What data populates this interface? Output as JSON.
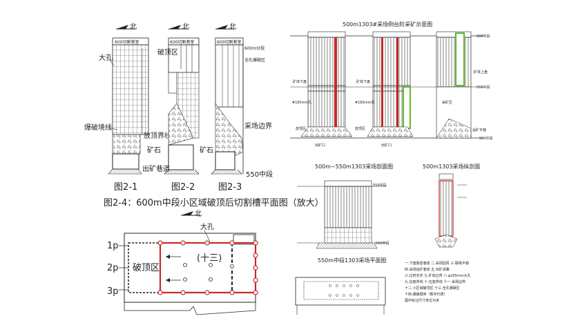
{
  "north_label": "北",
  "left_panels": {
    "fig1_top_label": "600切割巷室",
    "fig2_top_label": "600切割巷室",
    "fig3_top_label": "600切割巷室",
    "fig3_level": "600m分段",
    "fig3_zone": "全孔爆破区",
    "fig1_big_hole": "大孔",
    "fig2_break_zone": "破顶区",
    "fig1_caving_line": "爆破境线",
    "fig1_boundary": "放顶界线",
    "fig2_ore": "矿石",
    "fig3_ore": "矿石",
    "fig3_stope_boundary": "采场边界",
    "fig3_level_bottom": "550中段",
    "fig2_drift": "出矿巷道",
    "caption1": "图2-1",
    "caption2": "图2-2",
    "caption3": "图2-3",
    "plan_caption": "图2-4：600m中段小区域破顶后切割槽平面图（放大）",
    "plan_north": "北",
    "plan_big_hole": "大孔",
    "plan_break_zone": "破顶区",
    "plan_area_label": "(十三)",
    "row1": "1p",
    "row2": "2p",
    "row3": "3p"
  },
  "right_panels": {
    "top_title": "500m1303#采场倒台阶采矿示意图",
    "level_600": "600中段",
    "level_550": "550中段",
    "level_500": "500中段",
    "hole_label_a": "#165mm孔",
    "hole_label_b": "#165mm孔",
    "ore_seam_a": "矿体下盘",
    "ore_seam_b": "矿体下盘",
    "ore_seam_c": "矿体上盘",
    "blast_zone_a": "放顶区",
    "blast_zone_b": "放顶区",
    "stope_label": "采矿区",
    "drift_label": "运矿平巷",
    "ore_pile_a": "出矿口",
    "ore_pile_b": "出矿口",
    "mid_left_title": "500m~550m1303采场剖面图",
    "mid_right_title": "500m1303采场纵剖面",
    "mid_level_550": "550中段",
    "mid_level_500": "500中段",
    "plan_title": "550m中段1303采场平面图",
    "legend": [
      "一.下盘脉岩巷道    二.采场回风    三.联络平巷",
      "四.采场运矿巷道    五.出矿进路",
      "六.过时天井 七.矿体边界 八.φ165mm大孔",
      "九.拉底界线  十.拉底界线  十一.采场边界",
      "十二.小区域破顶区  十三.全孔爆破区",
      "十四.爆破顺序（数字代表）",
      "图中标注尺寸单位为米"
    ]
  }
}
